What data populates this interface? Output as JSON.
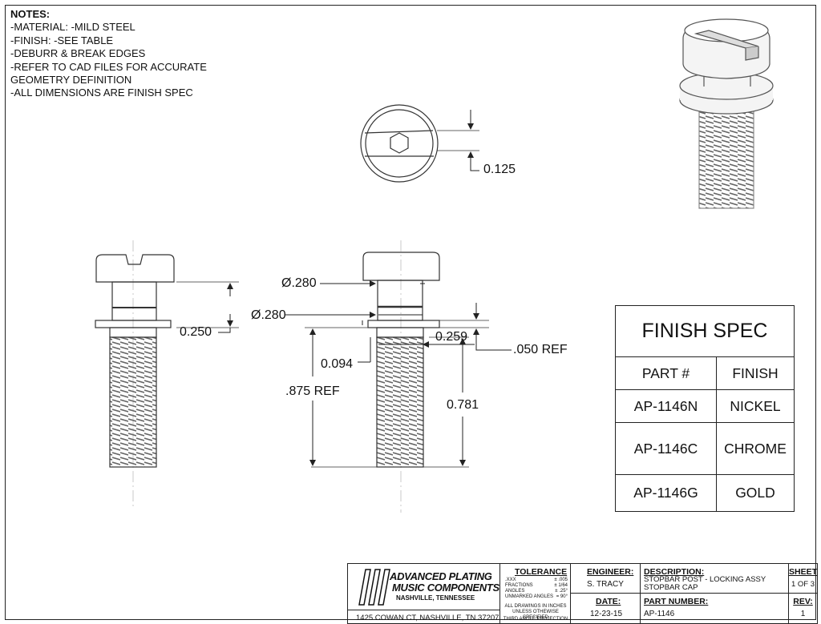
{
  "notes": {
    "heading": "NOTES:",
    "lines": [
      "-MATERIAL: -MILD STEEL",
      "-FINISH: -SEE TABLE",
      "-DEBURR & BREAK EDGES",
      "-REFER TO CAD FILES FOR ACCURATE",
      "GEOMETRY DEFINITION",
      "-ALL DIMENSIONS ARE FINISH SPEC"
    ]
  },
  "dimensions": {
    "top_slot": "0.125",
    "left_head": "0.250",
    "dia_head": "Ø.280",
    "dia_neck": "Ø.280",
    "shoulder": "0.259",
    "washer_ref": ".050  REF",
    "step": "0.094",
    "overall_ref": ".875  REF",
    "thread_len": "0.781"
  },
  "finish_spec": {
    "title": "FINISH SPEC",
    "headers": [
      "PART #",
      "FINISH"
    ],
    "rows": [
      {
        "part": "AP-1146N",
        "finish": "NICKEL"
      },
      {
        "part": "AP-1146C",
        "finish": "CHROME"
      },
      {
        "part": "AP-1146G",
        "finish": "GOLD"
      }
    ]
  },
  "title_block": {
    "logo_line1": "ADVANCED PLATING",
    "logo_line2": "MUSIC COMPONENTS",
    "logo_line3": "NASHVILLE, TENNESSEE",
    "address": "1425 COWAN CT, NASHVILLE, TN 37207",
    "tolerance_label": "TOLERANCE",
    "tol_xxx": ".XXX",
    "tol_xxx_val": "± .005",
    "tol_fractions": "FRACTIONS",
    "tol_fractions_val": "± 1/64",
    "tol_angles": "ANGLES",
    "tol_angles_val": "± .25°",
    "tol_unmarked": "UNMARKED ANGLES",
    "tol_unmarked_val": "= 90°",
    "inches_note1": "ALL DRAWINGS IN INCHES",
    "inches_note2": "UNLESS OTHEWISE SPECIFIED",
    "projection": "THIRD ANGLE PROJECTION",
    "engineer_label": "ENGINEER:",
    "engineer": "S. TRACY",
    "date_label": "DATE:",
    "date": "12-23-15",
    "description_label": "DESCRIPTION:",
    "description1": "STOPBAR POST - LOCKING ASSY",
    "description2": "STOPBAR CAP",
    "part_number_label": "PART NUMBER:",
    "part_number": "AP-1146",
    "sheet_label": "SHEET",
    "sheet": "1 OF 3",
    "rev_label": "REV:",
    "rev": "1"
  }
}
